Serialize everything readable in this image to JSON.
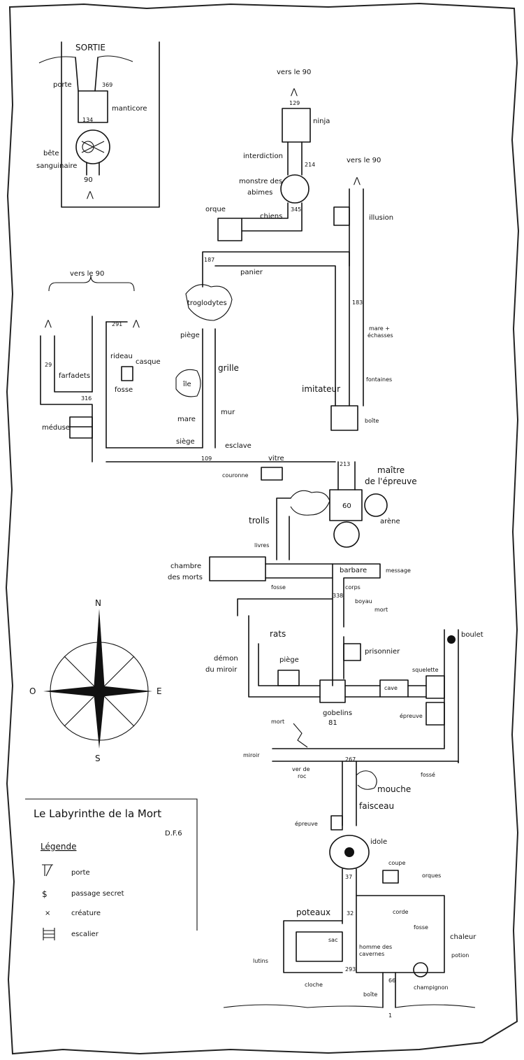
{
  "title": "Le Labyrinthe de la Mort",
  "code": "D.F.6",
  "legend": {
    "title": "Légende",
    "items": [
      {
        "icon": "door-icon",
        "label": "porte"
      },
      {
        "icon": "secret-passage-icon",
        "label": "passage secret"
      },
      {
        "icon": "creature-icon",
        "label": "créature"
      },
      {
        "icon": "staircase-icon",
        "label": "escalier"
      }
    ]
  },
  "compass": {
    "n": "N",
    "s": "S",
    "e": "E",
    "o": "O"
  },
  "labels": {
    "sortie": "SORTIE",
    "porte": "porte",
    "n369": "369",
    "manticore": "manticore",
    "n134": "134",
    "bete": "bête",
    "sanguinaire": "sanguinaire",
    "n90a": "90",
    "vers90_top": "vers le 90",
    "n129": "129",
    "ninja": "ninja",
    "interdiction": "interdiction",
    "n214": "214",
    "monstre1": "monstre des",
    "monstre2": "abimes",
    "orque": "orque",
    "chiens": "chiens",
    "n345": "345",
    "vers90_right": "vers le 90",
    "illusion": "illusion",
    "n187": "187",
    "panier": "panier",
    "n183": "183",
    "troglodytes": "troglodytes",
    "piege1": "piège",
    "grille": "grille",
    "ile": "île",
    "mare1": "mare",
    "mur": "mur",
    "siege": "siège",
    "esclave": "esclave",
    "mare_ech1": "mare +",
    "mare_ech2": "échasses",
    "fontaines": "fontaines",
    "imitateur": "imitateur",
    "boite1": "boîte",
    "vers90_left": "vers le 90",
    "n291": "291",
    "n29": "29",
    "farfadets": "farfadets",
    "rideau": "rideau",
    "casque": "casque",
    "fosse1": "fosse",
    "n316": "316",
    "meduse": "méduse",
    "n109": "109",
    "vitre": "vitre",
    "n213": "213",
    "couronne": "couronne",
    "maitre1": "maître",
    "maitre2": "de l'épreuve",
    "n60": "60",
    "arene": "arène",
    "trolls": "trolls",
    "livres": "livres",
    "chambre1": "chambre",
    "chambre2": "des morts",
    "fosse2": "fosse",
    "barbare": "barbare",
    "message": "message",
    "corps": "corps",
    "n338": "338",
    "boyau": "boyau",
    "mort1": "mort",
    "rats": "rats",
    "demon1": "démon",
    "demon2": "du miroir",
    "piege2": "piège",
    "prisonnier": "prisonnier",
    "boulet": "boulet",
    "gobelins": "gobelins",
    "n81": "81",
    "cave": "cave",
    "squelette": "squelette",
    "epreuve1": "épreuve",
    "mort2": "mort",
    "miroir": "miroir",
    "n267": "267",
    "ver1": "ver de",
    "ver2": "roc",
    "fosse3": "fossé",
    "mouche": "mouche",
    "faisceau": "faisceau",
    "epreuve2": "épreuve",
    "idole": "idole",
    "coupe": "coupe",
    "orques": "orques",
    "n37": "37",
    "poteaux": "poteaux",
    "n32": "32",
    "corde": "corde",
    "fosse4": "fosse",
    "chaleur": "chaleur",
    "potion": "potion",
    "sac": "sac",
    "homme1": "homme des",
    "homme2": "cavernes",
    "lutins": "lutins",
    "n293": "293",
    "n66": "66",
    "champignon": "champignon",
    "cloche": "cloche",
    "boite2": "boîte",
    "n1": "1"
  }
}
